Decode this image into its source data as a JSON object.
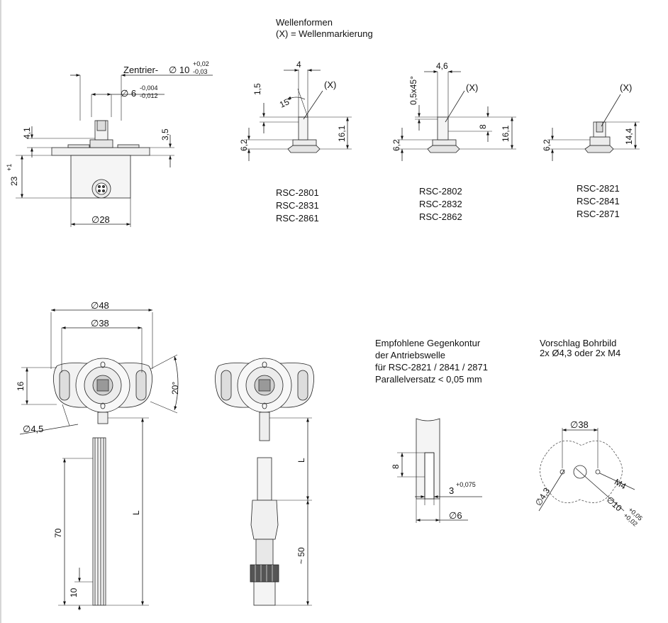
{
  "header": {
    "title": "Wellenformen",
    "subtitle": "(X) = Wellenmarkierung"
  },
  "top_view": {
    "centering_label": "Zentrier-",
    "centering_dia": "∅ 10",
    "centering_tol_up": "+0,02",
    "centering_tol_down": "-0,03",
    "shaft_dia": "∅ 6",
    "shaft_tol_up": "-0,004",
    "shaft_tol_down": "-0,012",
    "dim_4_1": "4,1",
    "dim_3_5": "3,5",
    "dim_23": "23",
    "dim_23_tol": "+1",
    "dim_28": "∅28"
  },
  "shaft_a": {
    "dim_4": "4",
    "dim_1_5": "1,5",
    "angle": "15°",
    "mark": "(X)",
    "dim_6_2": "6,2",
    "dim_16_1": "16,1",
    "models": [
      "RSC-2801",
      "RSC-2831",
      "RSC-2861"
    ]
  },
  "shaft_b": {
    "dim_4_6": "4,6",
    "dim_chamfer": "0,5x45°",
    "mark": "(X)",
    "dim_8": "8",
    "dim_6_2": "6,2",
    "dim_16_1": "16,1",
    "models": [
      "RSC-2802",
      "RSC-2832",
      "RSC-2862"
    ]
  },
  "shaft_c": {
    "mark": "(X)",
    "dim_6_2": "6,2",
    "dim_14_4": "14,4",
    "models": [
      "RSC-2821",
      "RSC-2841",
      "RSC-2871"
    ]
  },
  "bottom_left": {
    "dim_48": "∅48",
    "dim_38": "∅38",
    "dim_16": "16",
    "dim_20deg": "20°",
    "dim_4_5": "∅4,5",
    "dim_70": "70",
    "dim_L": "L",
    "dim_10": "10"
  },
  "bottom_mid": {
    "dim_L": "L",
    "dim_50": "~ 50"
  },
  "counter_contour": {
    "lines": [
      "Empfohlene Gegenkontur",
      "der Antriebswelle",
      "für RSC-2821 / 2841 / 2871",
      "Parallelversatz < 0,05 mm"
    ],
    "dim_8": "8",
    "dim_3": "3",
    "dim_3_tol": "+0,075",
    "dim_6": "∅6"
  },
  "hole_pattern": {
    "lines": [
      "Vorschlag Bohrbild",
      "2x Ø4,3 oder 2x M4"
    ],
    "dim_38": "∅38",
    "dim_m4": "M4",
    "dim_4_3": "∅4,3",
    "dim_10": "∅10",
    "dim_10_tol_up": "+0,05",
    "dim_10_tol_down": "+0,02"
  }
}
